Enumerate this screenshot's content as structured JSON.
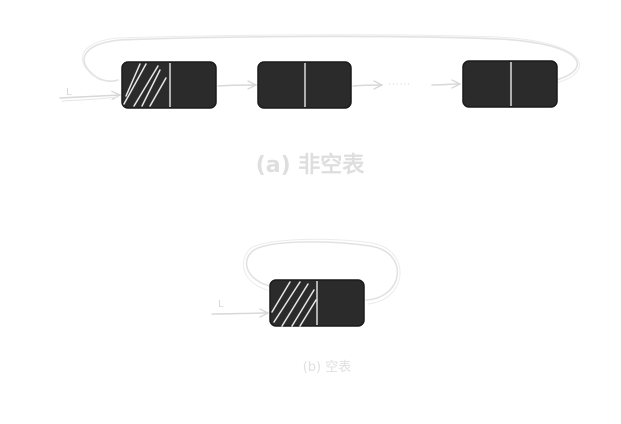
{
  "colors": {
    "node_fill": "#2b2b2b",
    "node_outline": "#1a1a1a",
    "node_divider": "#e8e8e8",
    "hatch": "#e6e6e6",
    "arrow": "#d8d8d8",
    "loop": "#e2e2e2",
    "caption_a": "#dedede",
    "caption_b": "#e0e0e0",
    "background": "#ffffff"
  },
  "diagram_a": {
    "head_label": "L",
    "ellipsis": "······",
    "caption": "(a) 非空表"
  },
  "diagram_b": {
    "head_label": "L",
    "caption": "(b) 空表"
  }
}
